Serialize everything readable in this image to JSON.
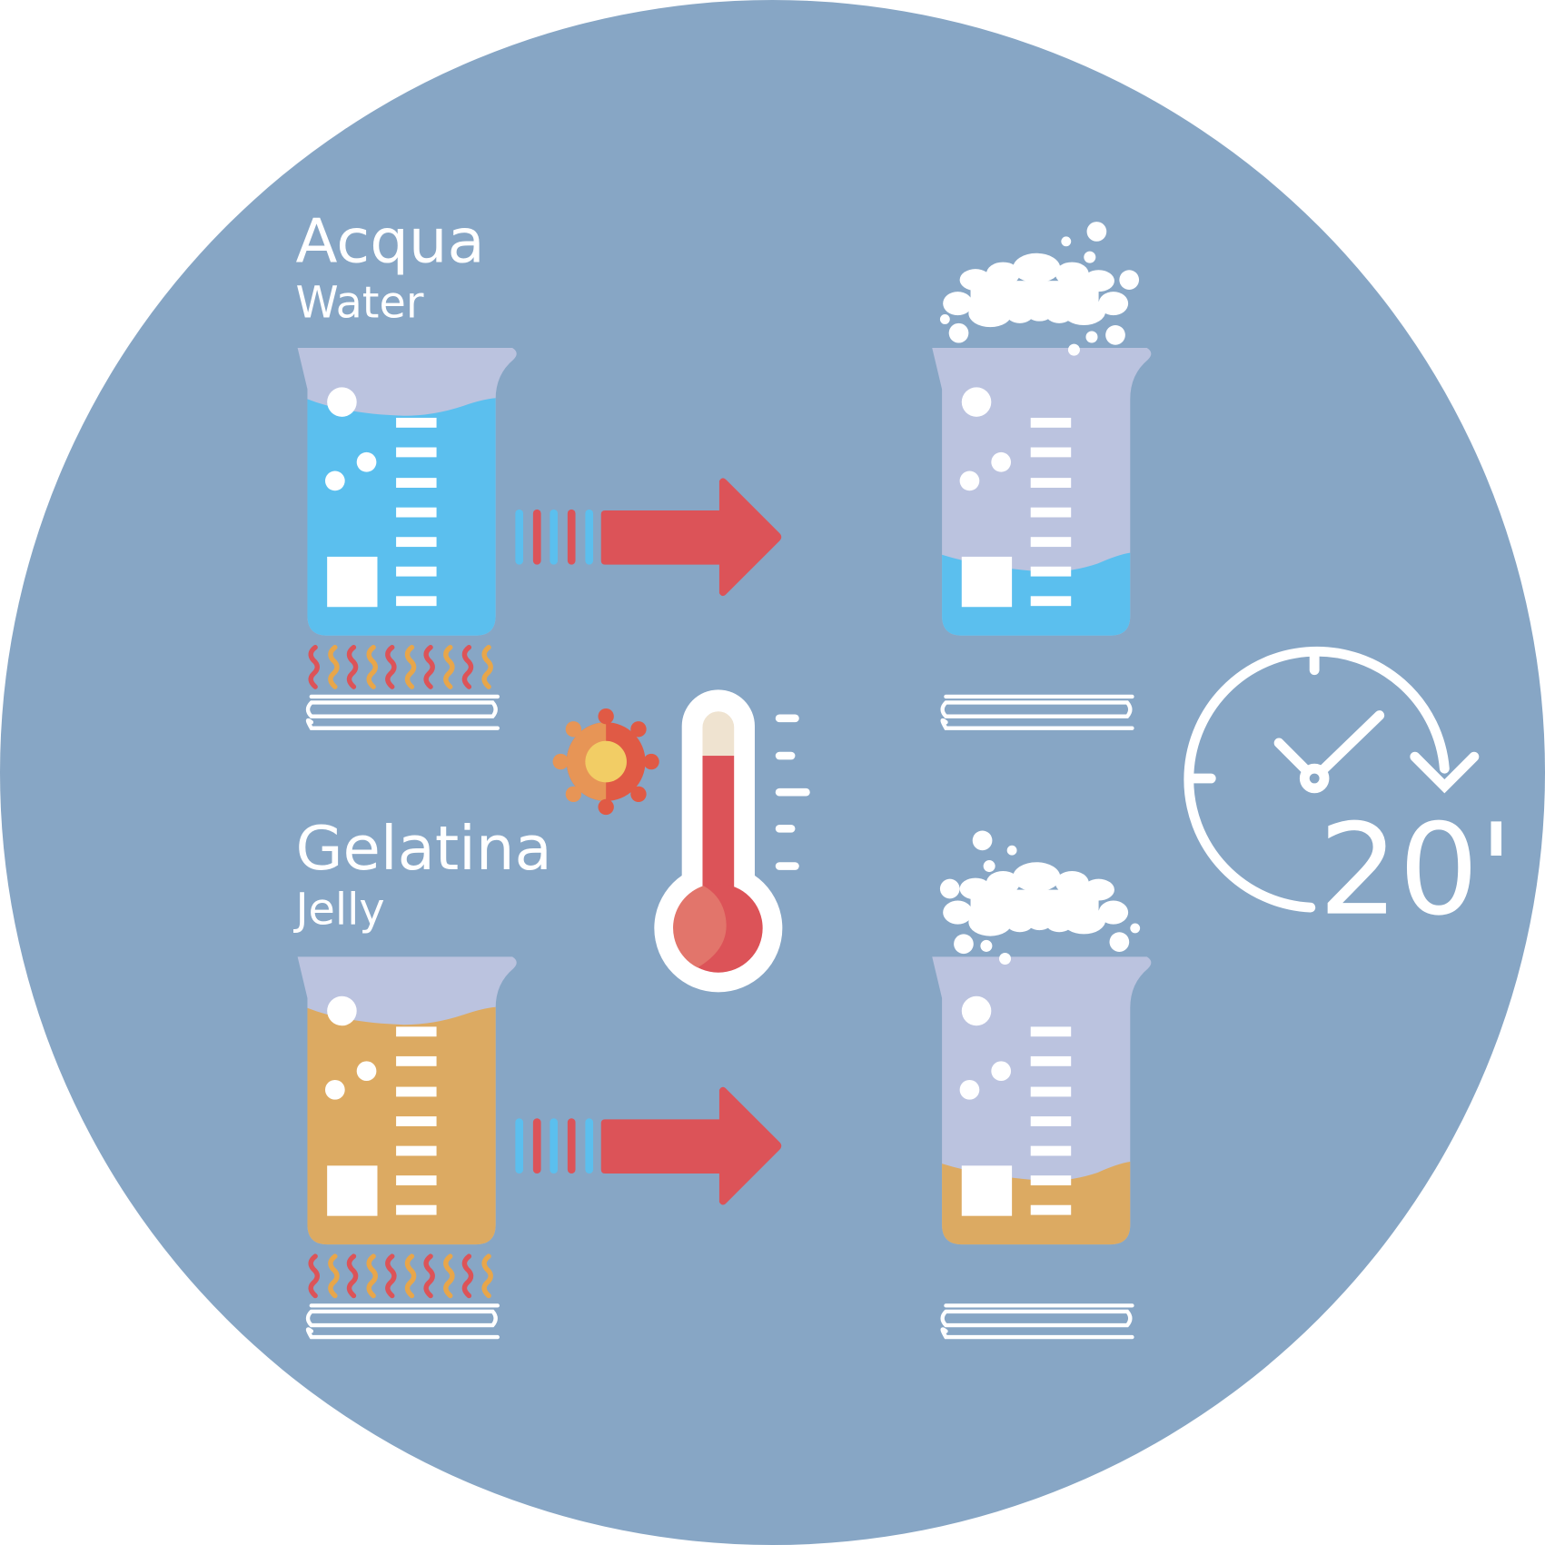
{
  "water": {
    "title": "Acqua",
    "subtitle": "Water"
  },
  "jelly": {
    "title": "Gelatina",
    "subtitle": "Jelly"
  },
  "timer": {
    "label": "20'"
  },
  "colors": {
    "background": "#87a6c5",
    "glass": "#bbc3df",
    "water": "#5bbfee",
    "jelly": "#dcaa62",
    "arrow": "#dc5358",
    "heat_red": "#dc5358",
    "heat_orange": "#e8a64a",
    "sun_yellow": "#f2cd65",
    "sun_orange": "#e79556",
    "sun_red": "#e05a45",
    "thermo_cream": "#efe3d0",
    "thermo_light": "#e2756b"
  }
}
